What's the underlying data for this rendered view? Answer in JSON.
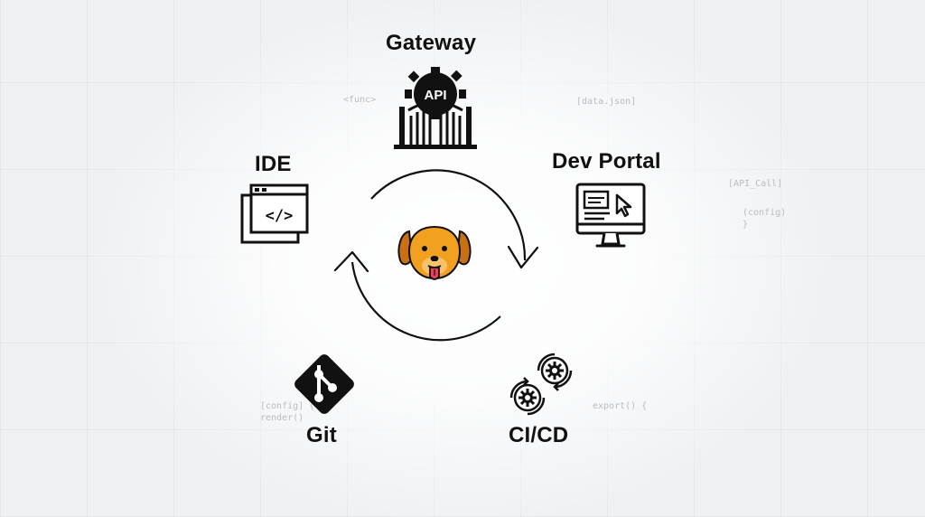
{
  "diagram": {
    "nodes": [
      {
        "id": "gateway",
        "label": "Gateway",
        "icon": "api-gateway-icon"
      },
      {
        "id": "dev_portal",
        "label": "Dev Portal",
        "icon": "monitor-cursor-icon"
      },
      {
        "id": "cicd",
        "label": "CI/CD",
        "icon": "gears-cycle-icon"
      },
      {
        "id": "git",
        "label": "Git",
        "icon": "git-logo-icon"
      },
      {
        "id": "ide",
        "label": "IDE",
        "icon": "code-window-icon"
      }
    ],
    "center_icon": "dog-head-icon",
    "cycle": "clockwise-arrows",
    "gateway_badge": "API"
  },
  "background_code": [
    "<func>",
    "[data.json]",
    "[API_Call]",
    "(config)\n}",
    "[config] {\nrender()",
    "export() {"
  ],
  "colors": {
    "dog_fur": "#f2a01f",
    "dog_dark": "#c96f14",
    "tongue": "#e8415c",
    "ink": "#111111"
  }
}
